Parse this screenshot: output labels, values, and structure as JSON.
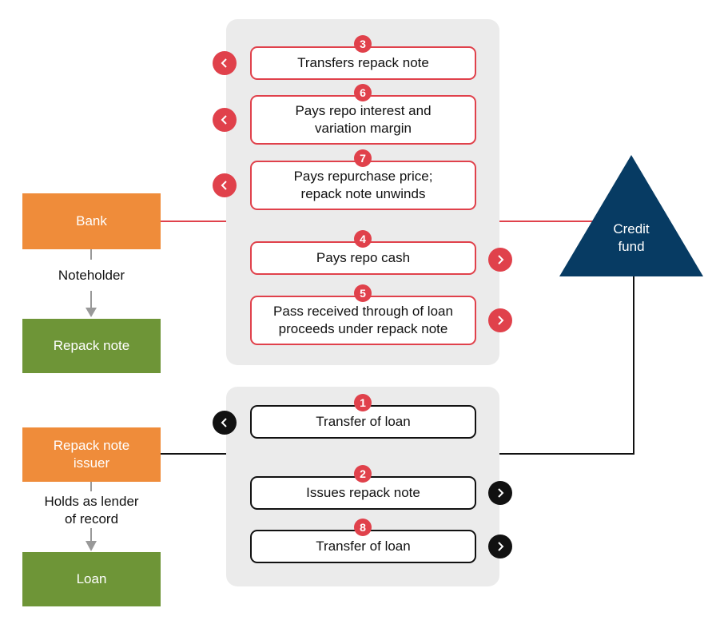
{
  "nodes": {
    "bank": "Bank",
    "noteholder": "Noteholder",
    "repack_note": "Repack note",
    "repack_issuer": "Repack note\nissuer",
    "holds_as_lender": "Holds as lender\nof record",
    "loan": "Loan",
    "credit_fund": "Credit\nfund"
  },
  "upper_steps": [
    {
      "number": "3",
      "text": "Transfers repack note",
      "direction": "left"
    },
    {
      "number": "6",
      "text": "Pays repo interest and\nvariation margin",
      "direction": "left"
    },
    {
      "number": "7",
      "text": "Pays repurchase price;\nrepack note unwinds",
      "direction": "left"
    },
    {
      "number": "4",
      "text": "Pays repo cash",
      "direction": "right"
    },
    {
      "number": "5",
      "text": "Pass received through of loan\nproceeds under repack note",
      "direction": "right"
    }
  ],
  "lower_steps": [
    {
      "number": "1",
      "text": "Transfer of loan",
      "direction": "left"
    },
    {
      "number": "2",
      "text": "Issues repack note",
      "direction": "right"
    },
    {
      "number": "8",
      "text": "Transfer of loan",
      "direction": "right"
    }
  ],
  "colors": {
    "orange": "#ef8c3a",
    "green": "#6e9537",
    "navy": "#073b63",
    "red": "#e0414b",
    "black": "#111111",
    "panel": "#ebebeb"
  },
  "icons": {
    "left_arrow": "chevron-left-icon",
    "right_arrow": "chevron-right-icon"
  }
}
